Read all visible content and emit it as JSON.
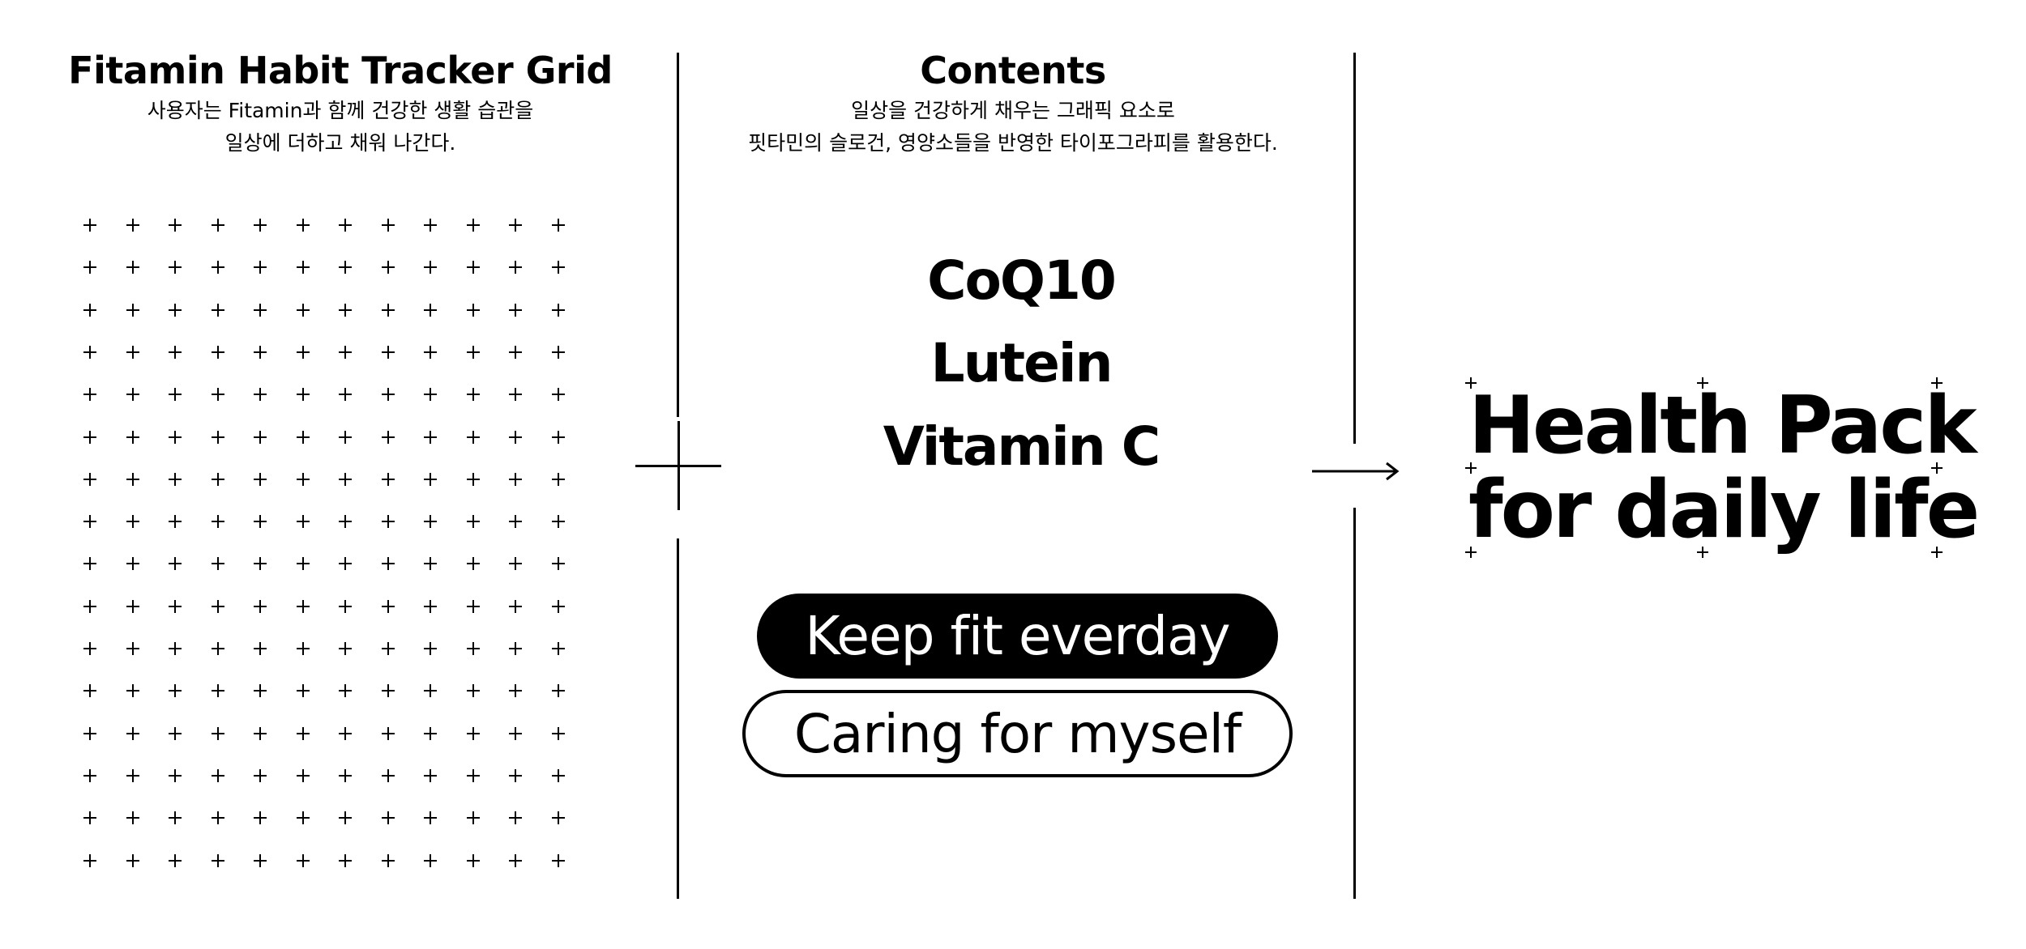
{
  "tracker": {
    "title": "Fitamin Habit Tracker Grid",
    "desc_line1": "사용자는 Fitamin과 함께 건강한 생활 습관을",
    "desc_line2": "일상에 더하고 채워 나간다.",
    "grid_columns": 12,
    "grid_rows": 16
  },
  "contents": {
    "title": "Contents",
    "desc_line1": "일상을 건강하게 채우는 그래픽 요소로",
    "desc_line2": "핏타민의 슬로건, 영양소들을 반영한 타이포그라피를 활용한다.",
    "nutrients": [
      "CoQ10",
      "Lutein",
      "Vitamin C"
    ],
    "slogan_filled": "Keep fit everday",
    "slogan_outline": "Caring for myself"
  },
  "icons": {
    "big_plus": "plus-icon",
    "arrow": "arrow-right-icon"
  },
  "health_pack": {
    "line1": "Health Pack",
    "line2": "for daily life"
  },
  "colors": {
    "foreground": "#000000",
    "background": "#ffffff"
  }
}
